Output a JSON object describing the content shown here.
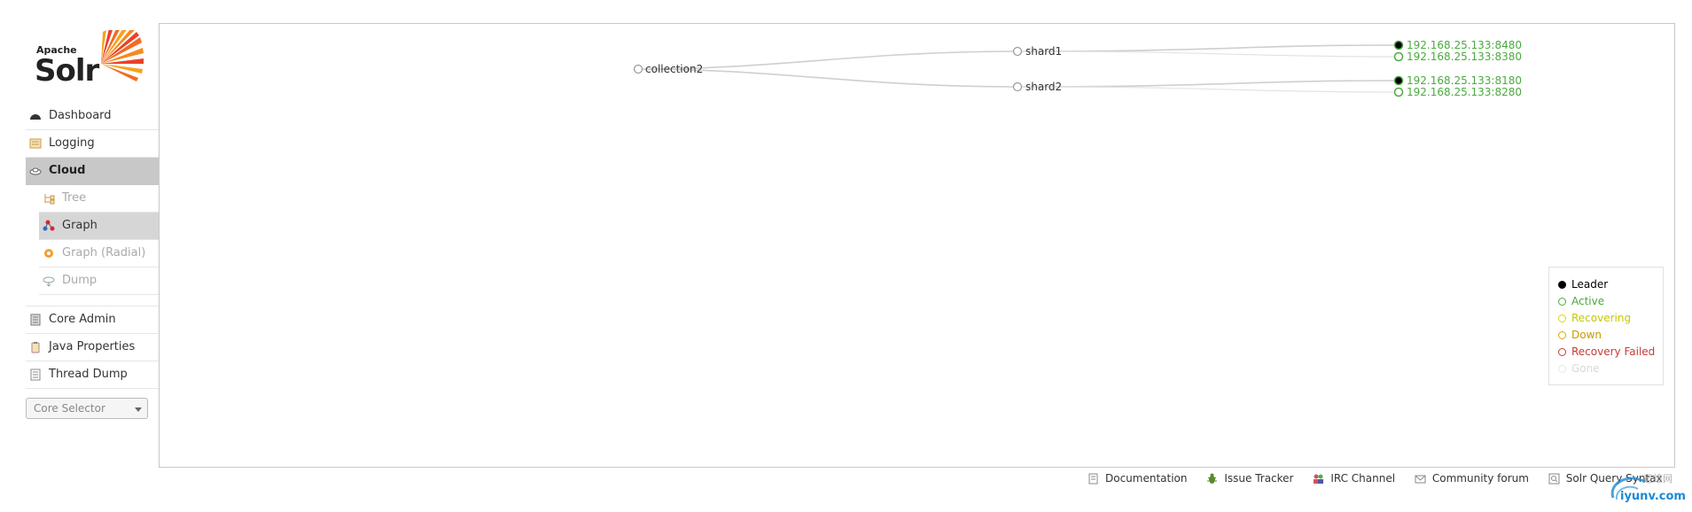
{
  "logo": {
    "small": "Apache",
    "big": "Solr"
  },
  "nav": {
    "dashboard": "Dashboard",
    "logging": "Logging",
    "cloud": "Cloud",
    "cloud_sub": {
      "tree": "Tree",
      "graph": "Graph",
      "graph_radial": "Graph (Radial)",
      "dump": "Dump"
    },
    "core_admin": "Core Admin",
    "java_properties": "Java Properties",
    "thread_dump": "Thread Dump"
  },
  "core_selector": {
    "placeholder": "Core Selector"
  },
  "graph": {
    "collection": "collection2",
    "shards": [
      {
        "name": "shard1",
        "replicas": [
          {
            "address": "192.168.25.133:8480",
            "state": "leader"
          },
          {
            "address": "192.168.25.133:8380",
            "state": "active"
          }
        ]
      },
      {
        "name": "shard2",
        "replicas": [
          {
            "address": "192.168.25.133:8180",
            "state": "leader"
          },
          {
            "address": "192.168.25.133:8280",
            "state": "active"
          }
        ]
      }
    ]
  },
  "legend": {
    "leader": "Leader",
    "active": "Active",
    "recovering": "Recovering",
    "down": "Down",
    "recovery_failed": "Recovery Failed",
    "gone": "Gone"
  },
  "colors": {
    "leader": "#000000",
    "active": "#4aaa3f",
    "recovering": "#d5dd00",
    "down": "#dcaa00",
    "recovery_failed": "#c43c35",
    "gone": "#d9d9d9"
  },
  "footer": {
    "documentation": "Documentation",
    "issue_tracker": "Issue Tracker",
    "irc_channel": "IRC Channel",
    "community_forum": "Community forum",
    "solr_query_syntax": "Solr Query Syntax"
  },
  "watermark": {
    "text": "iyunv.com",
    "cn": "运维网"
  }
}
